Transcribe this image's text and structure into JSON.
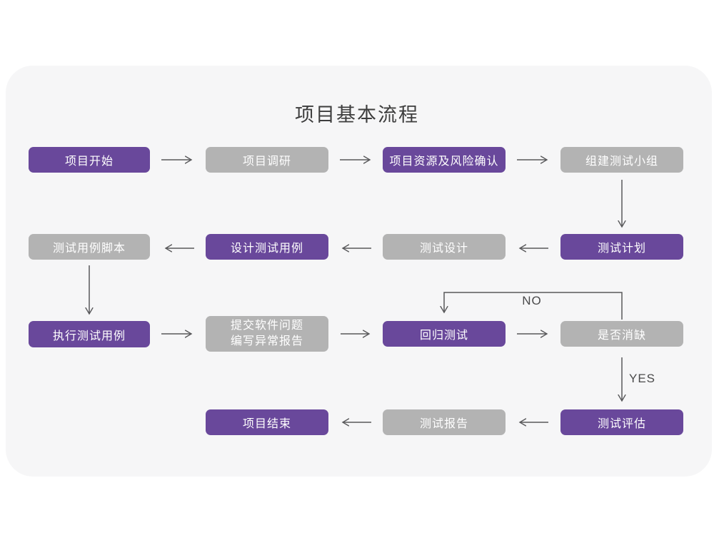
{
  "title": "项目基本流程",
  "labels": {
    "no": "NO",
    "yes": "YES"
  },
  "colors": {
    "node_purple": "#69489b",
    "node_gray": "#b3b3b3",
    "card_background": "#f6f6f7",
    "arrow": "#58585a",
    "title_text": "#3d3d3d",
    "node_text": "#ffffff"
  },
  "nodes": [
    {
      "id": "project-start",
      "label": "项目开始",
      "variant": "purple"
    },
    {
      "id": "project-research",
      "label": "项目调研",
      "variant": "gray"
    },
    {
      "id": "resources-risk",
      "label": "项目资源及风险确认",
      "variant": "purple"
    },
    {
      "id": "build-test-team",
      "label": "组建测试小组",
      "variant": "gray"
    },
    {
      "id": "test-plan",
      "label": "测试计划",
      "variant": "purple"
    },
    {
      "id": "test-design",
      "label": "测试设计",
      "variant": "gray"
    },
    {
      "id": "design-test-cases",
      "label": "设计测试用例",
      "variant": "purple"
    },
    {
      "id": "test-case-scripts",
      "label": "测试用例脚本",
      "variant": "gray"
    },
    {
      "id": "execute-test-cases",
      "label": "执行测试用例",
      "variant": "purple"
    },
    {
      "id": "submit-issues",
      "label": "提交软件问题\n编写异常报告",
      "variant": "gray"
    },
    {
      "id": "regression-test",
      "label": "回归测试",
      "variant": "purple"
    },
    {
      "id": "defect-cleared",
      "label": "是否消缺",
      "variant": "gray"
    },
    {
      "id": "test-evaluation",
      "label": "测试评估",
      "variant": "purple"
    },
    {
      "id": "test-report",
      "label": "测试报告",
      "variant": "gray"
    },
    {
      "id": "project-end",
      "label": "项目结束",
      "variant": "purple"
    }
  ]
}
